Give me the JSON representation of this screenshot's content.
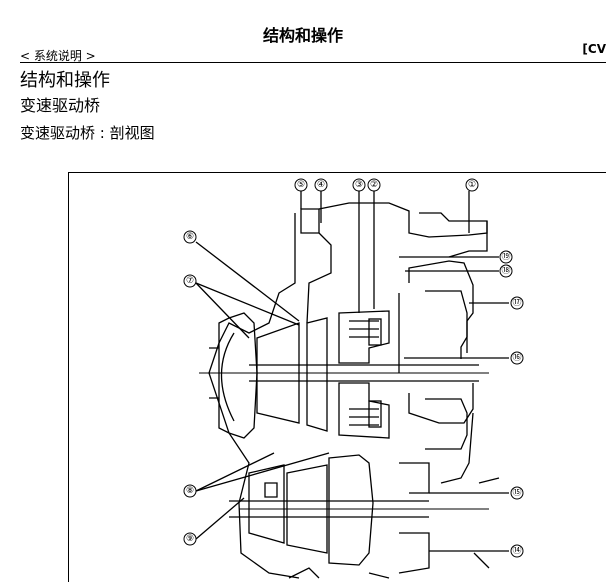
{
  "header": {
    "title": "结构和操作",
    "breadcrumb": "< 系统说明 >",
    "section_code": "[CV"
  },
  "content": {
    "heading_main": "结构和操作",
    "heading_sub": "变速驱动桥",
    "figure_caption": "变速驱动桥 : 剖视图"
  },
  "figure": {
    "callouts": [
      "⑤",
      "④",
      "③",
      "②",
      "①",
      "⑲",
      "⑱",
      "⑥",
      "⑦",
      "⑰",
      "⑯",
      "⑧",
      "⑮",
      "⑨",
      "⑭"
    ]
  }
}
